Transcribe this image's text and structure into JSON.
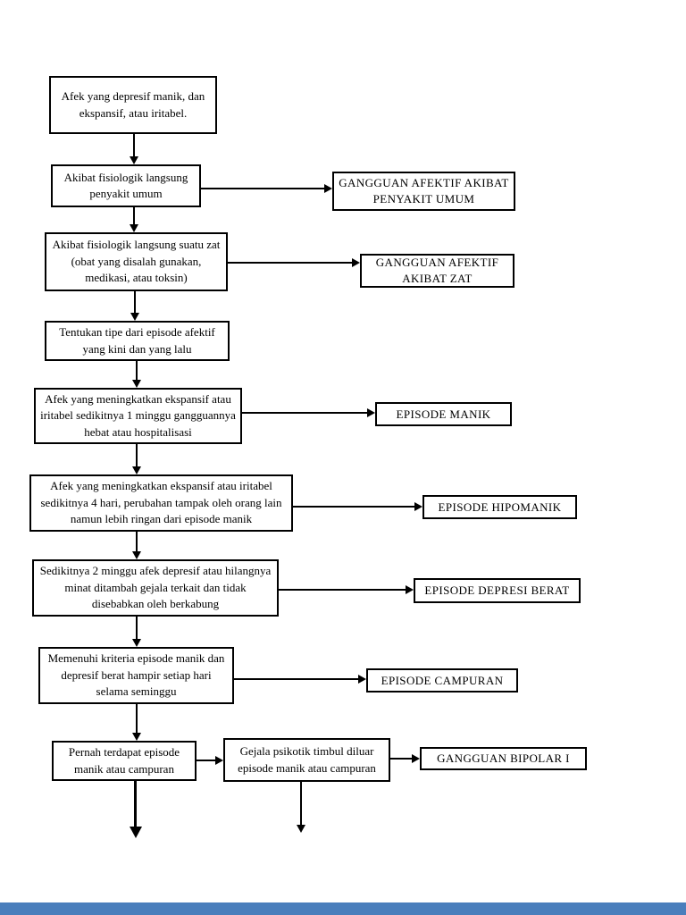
{
  "page": {
    "colors": {
      "background": "#ffffff",
      "line": "#000000",
      "text": "#000000",
      "footer_bar": "#4a7ebc"
    }
  },
  "flowchart": {
    "steps": {
      "s1": "Afek yang depresif manik, dan ekspansif, atau iritabel.",
      "s2": "Akibat fisiologik langsung penyakit umum",
      "s3": "Akibat fisiologik langsung suatu zat (obat yang disalah gunakan, medikasi, atau toksin)",
      "s4": "Tentukan tipe dari episode afektif yang kini dan yang lalu",
      "s5": "Afek yang meningkatkan ekspansif atau iritabel sedikitnya 1 minggu gangguannya hebat atau hospitalisasi",
      "s6": "Afek yang meningkatkan ekspansif atau iritabel sedikitnya 4 hari, perubahan tampak oleh orang lain namun lebih ringan dari episode manik",
      "s7": "Sedikitnya 2 minggu afek depresif atau hilangnya minat ditambah gejala terkait dan tidak disebabkan oleh berkabung",
      "s8": "Memenuhi kriteria episode manik dan depresif berat hampir setiap hari selama seminggu",
      "s9": "Pernah terdapat episode manik atau campuran",
      "s10": "Gejala psikotik timbul diluar episode manik atau campuran"
    },
    "outcomes": {
      "o1": "GANGGUAN AFEKTIF AKIBAT PENYAKIT UMUM",
      "o2": "GANGGUAN AFEKTIF AKIBAT ZAT",
      "o3": "EPISODE MANIK",
      "o4": "EPISODE HIPOMANIK",
      "o5": "EPISODE DEPRESI BERAT",
      "o6": "EPISODE CAMPURAN",
      "o7": "GANGGUAN BIPOLAR I"
    }
  }
}
